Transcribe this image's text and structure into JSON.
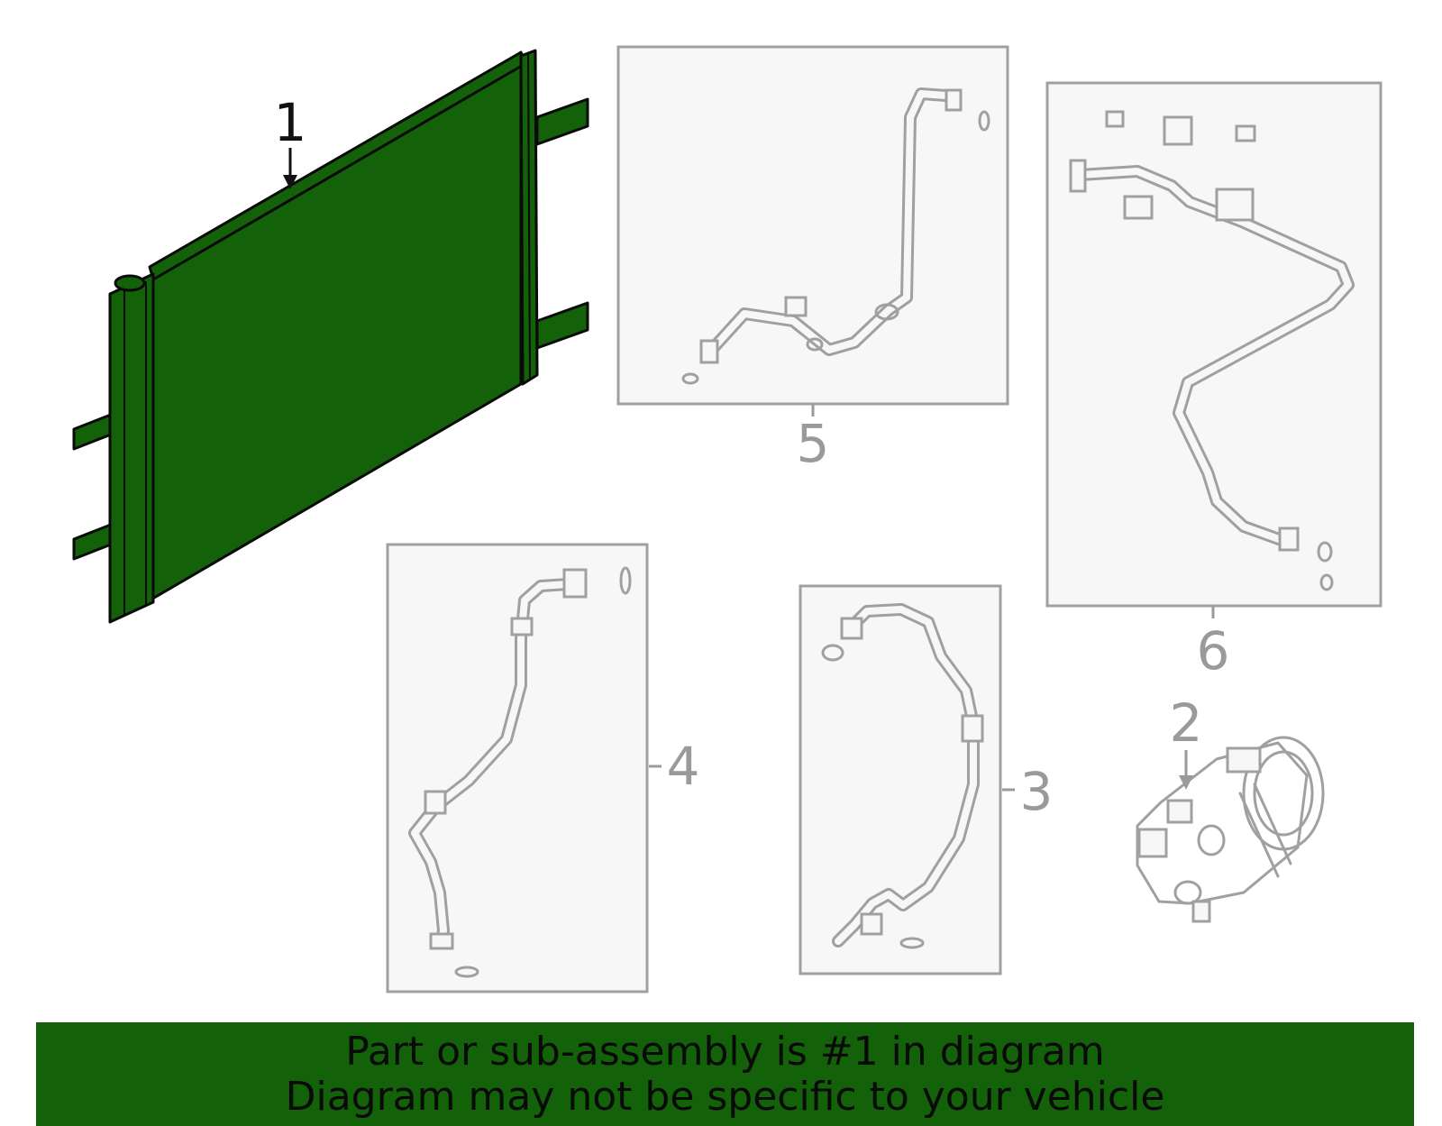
{
  "callouts": {
    "part1": "1",
    "part2": "2",
    "part3": "3",
    "part4": "4",
    "part5": "5",
    "part6": "6"
  },
  "banner": {
    "line1": "Part or sub-assembly is #1 in diagram",
    "line2": "Diagram may not be specific to your vehicle"
  },
  "colors": {
    "highlight": "#136108",
    "outline": "#a0a0a0",
    "box_fill": "#f7f7f7"
  }
}
